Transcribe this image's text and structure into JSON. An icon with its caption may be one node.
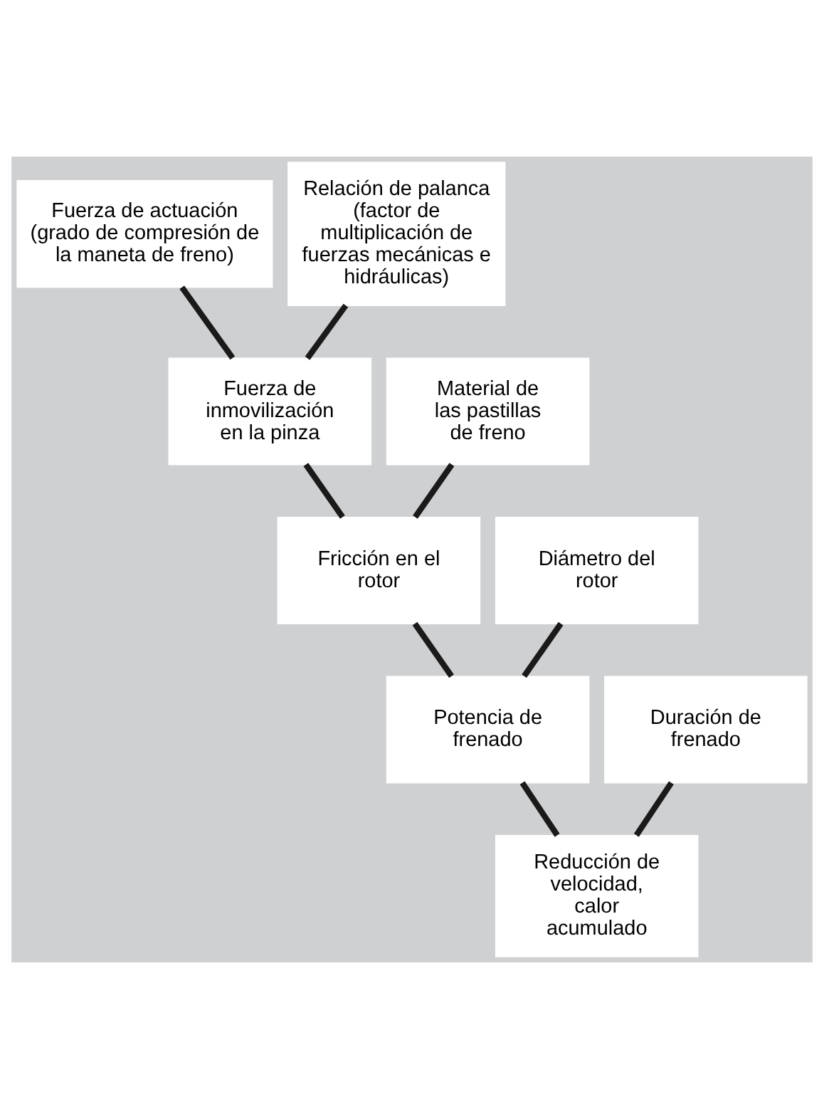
{
  "diagram": {
    "nodes": [
      {
        "text": [
          "Fuerza de actuación (grado de compresión de la maneta de freno)"
        ]
      },
      {
        "text": [
          "Relación de palanca (factor de multiplicación de fuerzas mecánicas e hidráulicas)"
        ]
      },
      {
        "text": [
          "Fuerza de inmovilización en la pinza"
        ]
      },
      {
        "text": [
          "Material de las pastillas de freno"
        ]
      },
      {
        "text": [
          "Diámetro del rotor"
        ]
      },
      {
        "text": [
          "Fricción en el rotor"
        ]
      },
      {
        "text": [
          "Potencia de frenado"
        ]
      },
      {
        "text": [
          "Duración de frenado"
        ]
      },
      {
        "text": [
          "Reducción de velocidad, calor acumulado"
        ]
      }
    ],
    "edges": [
      {
        "from": 0,
        "to": 2,
        "arrow": "none"
      },
      {
        "from": 1,
        "to": 2,
        "arrow": "none"
      },
      {
        "from": 2,
        "to": 5,
        "arrow": "none"
      },
      {
        "from": 3,
        "to": 5,
        "arrow": "none"
      },
      {
        "from": 4,
        "to": 6,
        "arrow": "none"
      },
      {
        "from": 5,
        "to": 6,
        "arrow": "none"
      },
      {
        "from": 6,
        "to": 8,
        "arrow": "none"
      },
      {
        "from": 7,
        "to": 8,
        "arrow": "none"
      }
    ]
  }
}
